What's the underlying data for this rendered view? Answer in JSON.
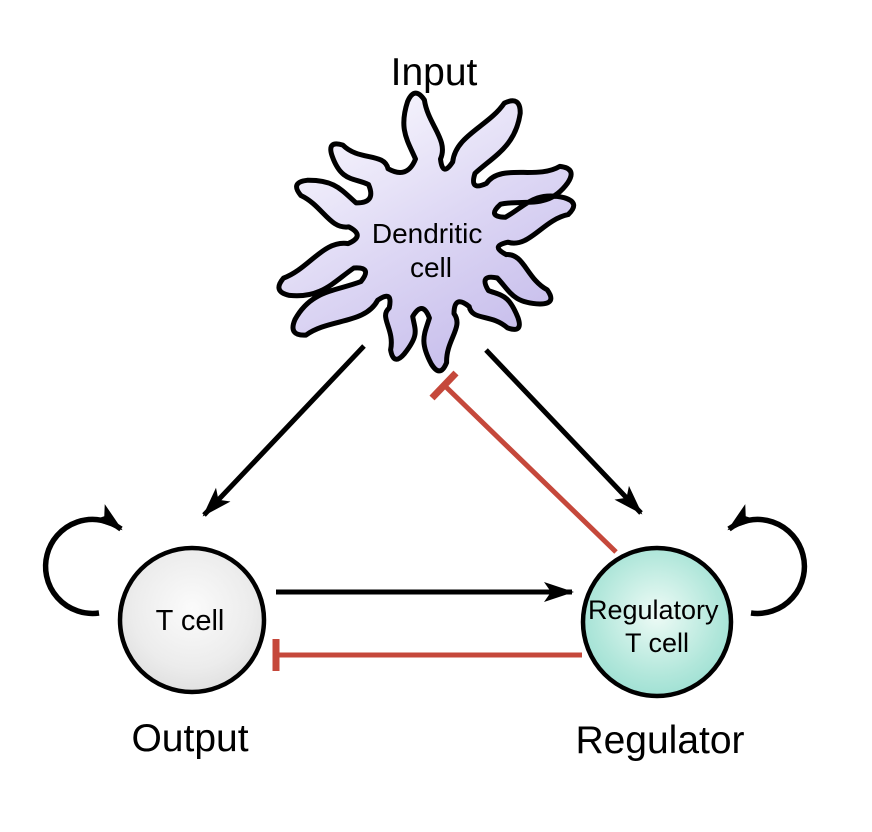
{
  "diagram": {
    "labels": {
      "input": "Input",
      "output": "Output",
      "regulator": "Regulator"
    },
    "nodes": {
      "dendritic": {
        "label_line1": "Dendritic",
        "label_line2": "cell",
        "role": "Input",
        "fill_light": "#f9f7fd",
        "fill_dark": "#c5bbeb",
        "outline": "#000000"
      },
      "tcell": {
        "label": "T cell",
        "role": "Output",
        "fill_center": "#fbfbfb",
        "fill_edge": "#d5d5d5",
        "outline": "#000000"
      },
      "treg": {
        "label_line1": "Regulatory",
        "label_line2": "T cell",
        "role": "Regulator",
        "fill_center": "#ecfaf5",
        "fill_edge": "#8adacb",
        "outline": "#000000"
      }
    },
    "edges": [
      {
        "from": "Dendritic cell",
        "to": "T cell",
        "type": "activation",
        "color": "#000000"
      },
      {
        "from": "Dendritic cell",
        "to": "Regulatory T cell",
        "type": "activation",
        "color": "#000000"
      },
      {
        "from": "T cell",
        "to": "Regulatory T cell",
        "type": "activation",
        "color": "#000000"
      },
      {
        "from": "T cell",
        "to": "T cell",
        "type": "self-activation",
        "color": "#000000"
      },
      {
        "from": "Regulatory T cell",
        "to": "Regulatory T cell",
        "type": "self-activation",
        "color": "#000000"
      },
      {
        "from": "Regulatory T cell",
        "to": "Dendritic cell",
        "type": "inhibition",
        "color": "#c5483b"
      },
      {
        "from": "Regulatory T cell",
        "to": "T cell",
        "type": "inhibition",
        "color": "#c5483b"
      }
    ],
    "colors": {
      "activation": "#000000",
      "inhibition": "#c5483b",
      "background": "#ffffff"
    }
  }
}
